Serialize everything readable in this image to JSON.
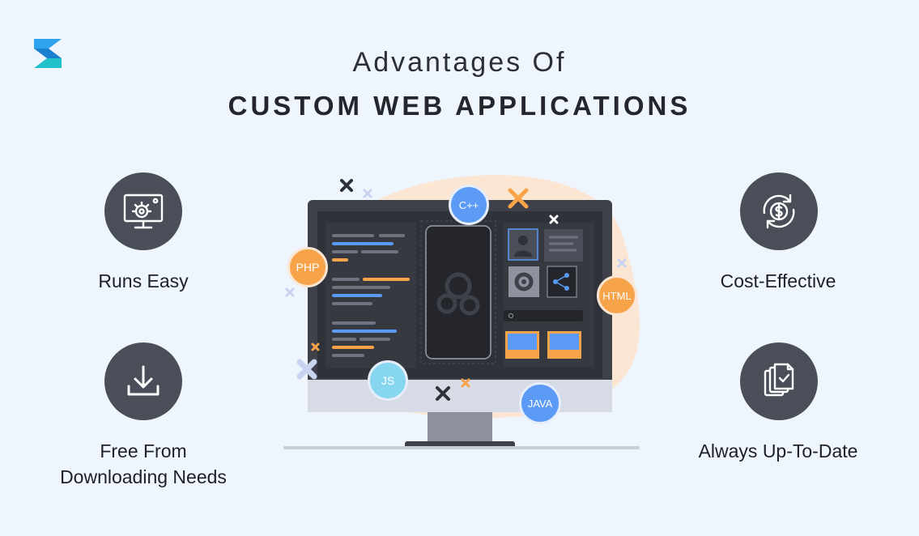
{
  "header": {
    "title_line1": "Advantages Of",
    "title_line2": "CUSTOM WEB APPLICATIONS"
  },
  "features": {
    "runs_easy": {
      "label": "Runs Easy",
      "icon": "monitor-gear-icon"
    },
    "free_from_downloading": {
      "label_line1": "Free From",
      "label_line2": "Downloading Needs",
      "icon": "download-icon"
    },
    "cost_effective": {
      "label": "Cost-Effective",
      "icon": "dollar-refresh-icon"
    },
    "always_up_to_date": {
      "label": "Always Up-To-Date",
      "icon": "documents-check-icon"
    }
  },
  "illustration": {
    "badges": {
      "cpp": "C++",
      "php": "PHP",
      "html": "HTML",
      "js": "JS",
      "java": "JAVA"
    }
  },
  "colors": {
    "background": "#eef5fd",
    "circle": "#4a4e58",
    "accent_orange": "#f6a34a",
    "accent_blue": "#5b9af5",
    "monitor_dark": "#3e4149"
  }
}
